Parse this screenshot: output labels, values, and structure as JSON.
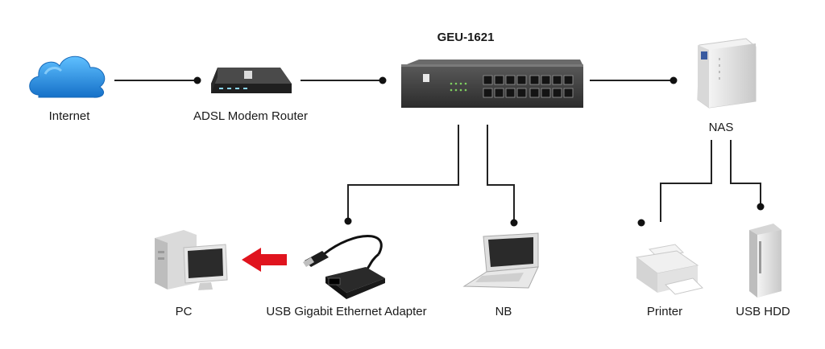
{
  "nodes": {
    "internet": {
      "label": "Internet",
      "icon": "cloud-icon"
    },
    "modem": {
      "label": "ADSL Modem Router",
      "icon": "modem-router-icon"
    },
    "switch": {
      "label": "GEU-1621",
      "icon": "network-switch-icon"
    },
    "nas": {
      "label": "NAS",
      "icon": "nas-icon"
    },
    "pc": {
      "label": "PC",
      "icon": "desktop-pc-icon"
    },
    "adapter": {
      "label": "USB Gigabit Ethernet Adapter",
      "icon": "usb-ethernet-adapter-icon"
    },
    "nb": {
      "label": "NB",
      "icon": "notebook-icon"
    },
    "printer": {
      "label": "Printer",
      "icon": "printer-icon"
    },
    "hdd": {
      "label": "USB HDD",
      "icon": "usb-hdd-icon"
    }
  },
  "colors": {
    "line": "#222222",
    "cloud": "#1e88d8",
    "arrow": "#e0141e",
    "device_dark": "#3a3a3a",
    "device_light": "#e4e4e4"
  }
}
